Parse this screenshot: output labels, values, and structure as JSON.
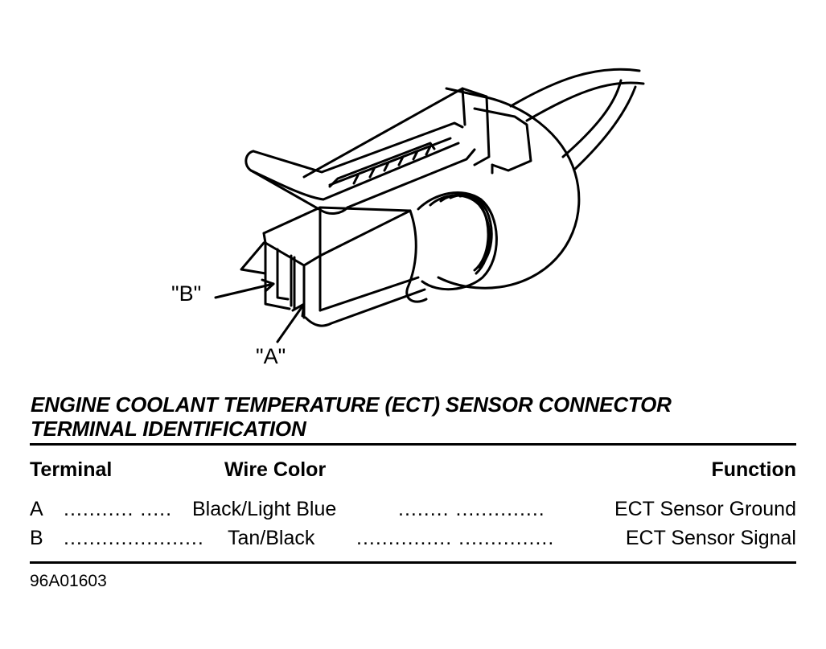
{
  "diagram": {
    "callout_b": "\"B\"",
    "callout_a": "\"A\""
  },
  "title": {
    "line1": "ENGINE COOLANT TEMPERATURE (ECT) SENSOR CONNECTOR",
    "line2": "TERMINAL IDENTIFICATION"
  },
  "table": {
    "headers": {
      "terminal": "Terminal",
      "wire_color": "Wire Color",
      "function": "Function"
    },
    "rows": [
      {
        "terminal": "A",
        "leader1": "........... .....",
        "wire_color": "Black/Light Blue",
        "leader2": "........ ..............",
        "function": "ECT Sensor Ground"
      },
      {
        "terminal": "B",
        "leader1": "......................",
        "wire_color": "Tan/Black",
        "leader2": "............... ...............",
        "function": "ECT Sensor Signal"
      }
    ]
  },
  "figure_code": "96A01603"
}
